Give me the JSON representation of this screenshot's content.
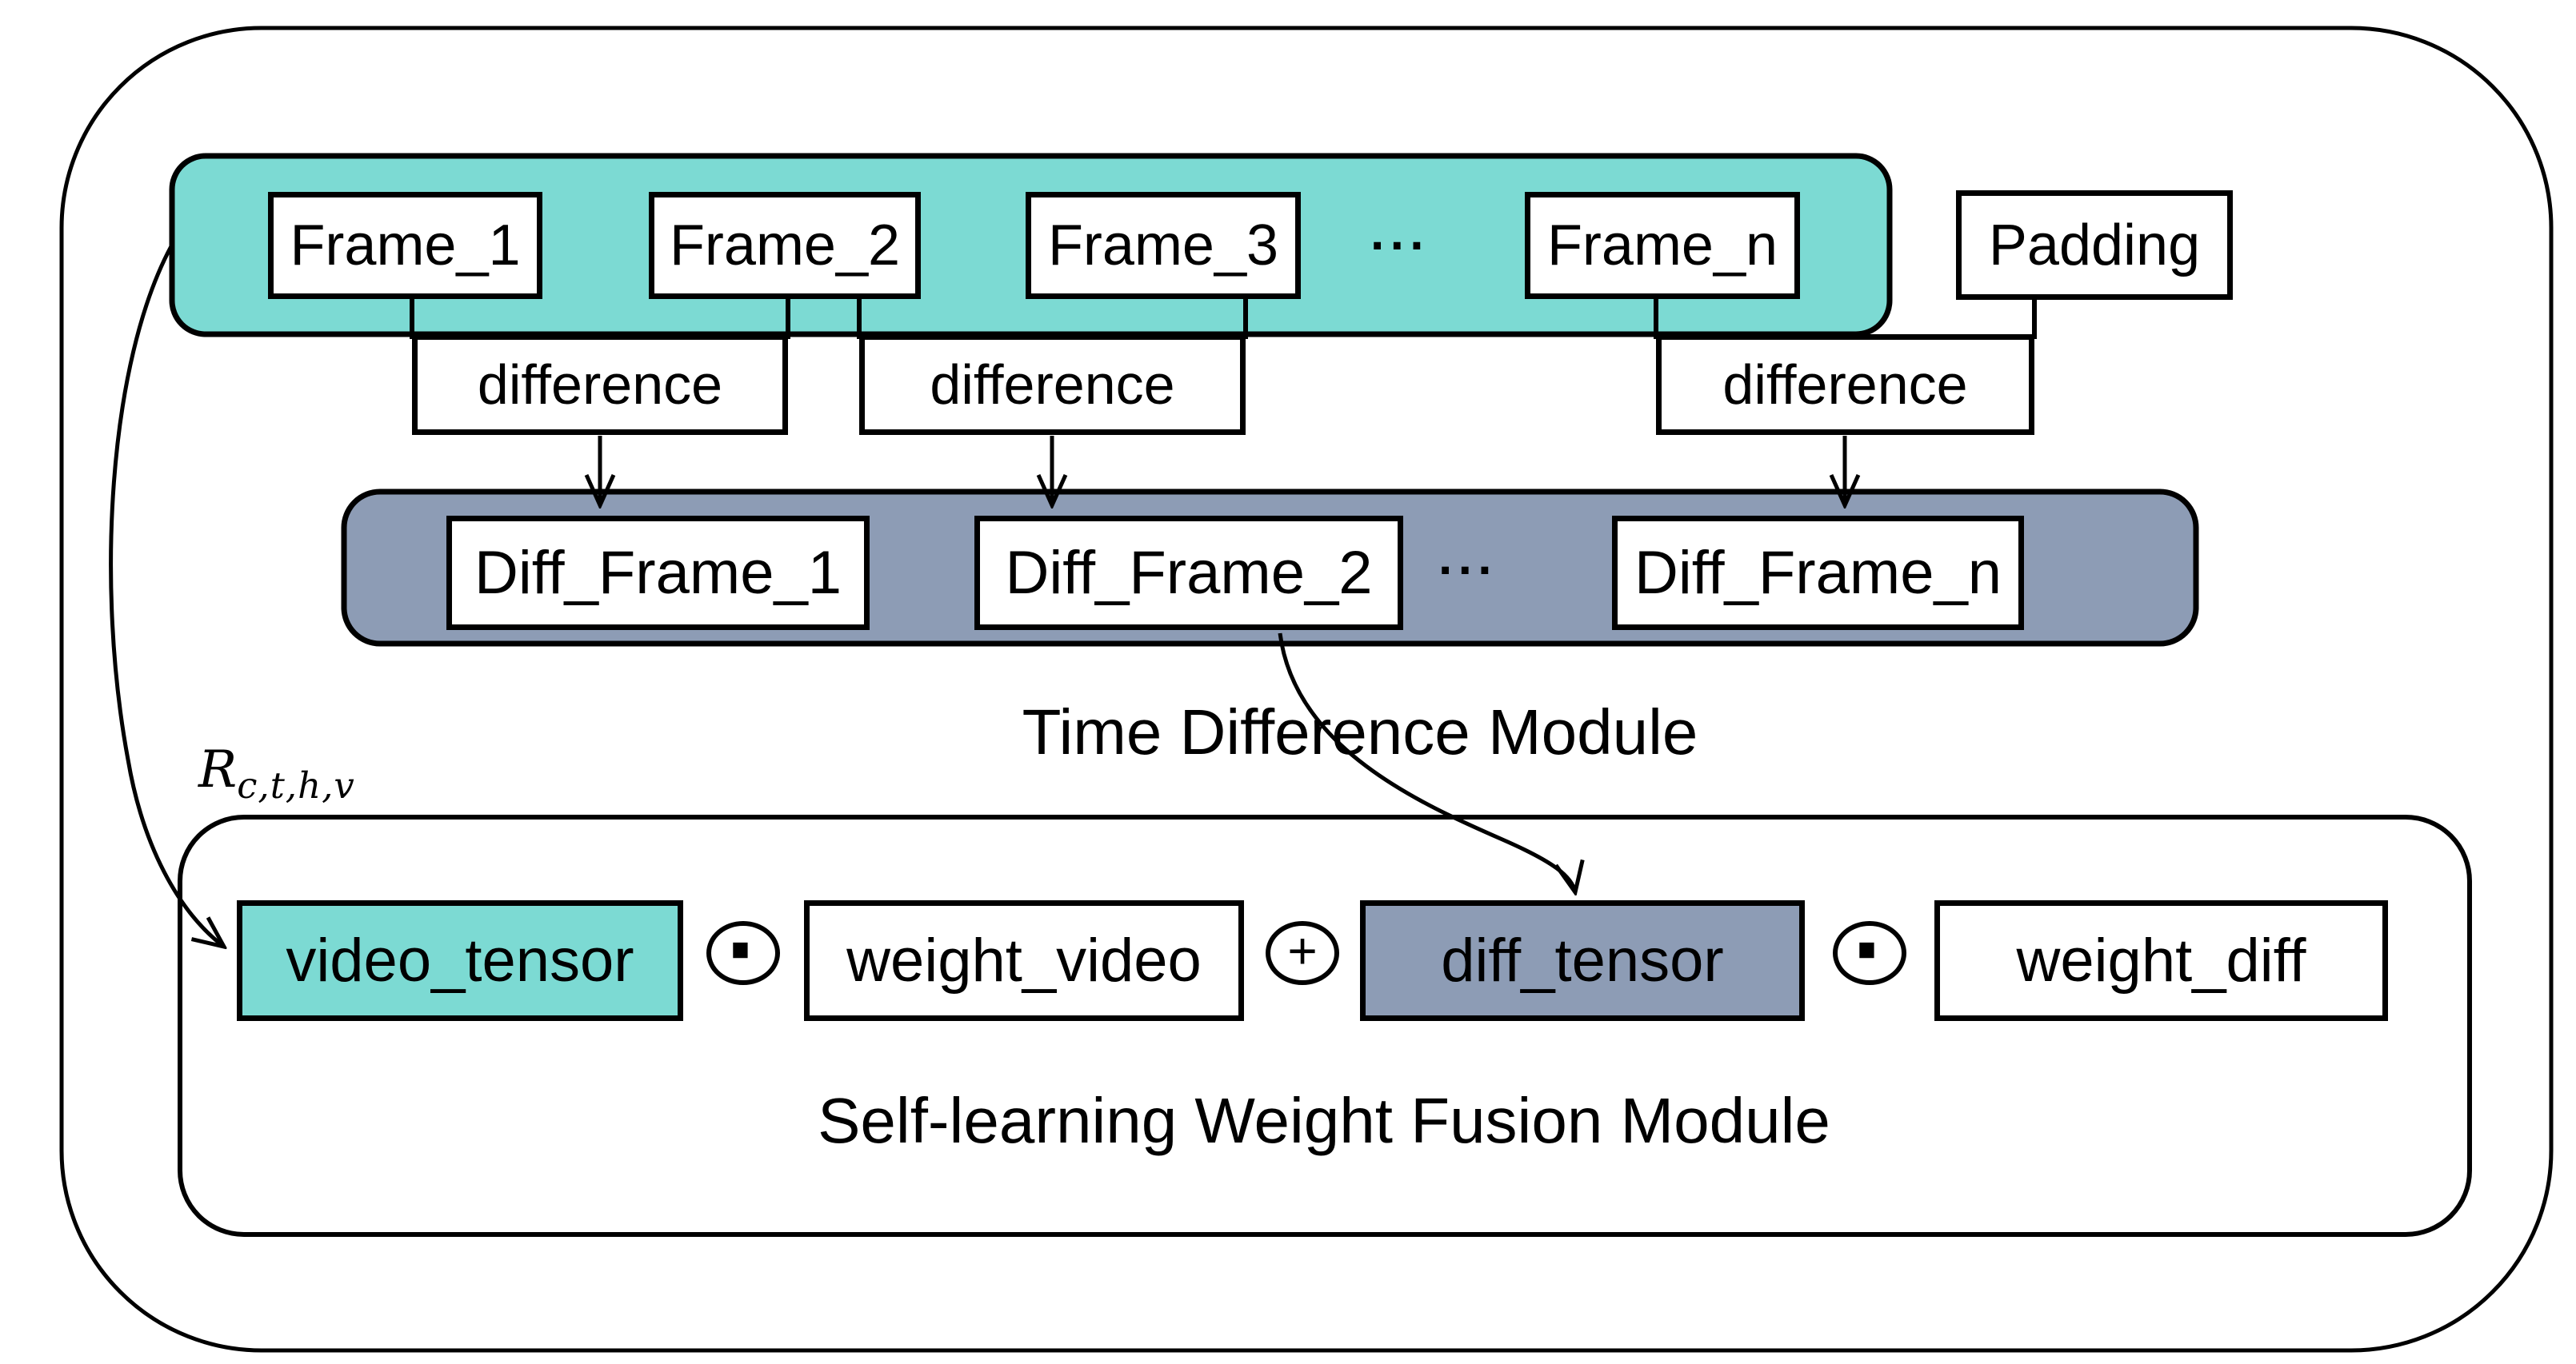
{
  "colors": {
    "teal": "#7CDAD3",
    "gray_blue": "#8D9CB5",
    "line": "#000000",
    "background": "#ffffff"
  },
  "time_difference_module": {
    "frames_row": {
      "frames": [
        {
          "label": "Frame_1"
        },
        {
          "label": "Frame_2"
        },
        {
          "label": "Frame_3"
        },
        {
          "label": "Frame_n"
        }
      ],
      "ellipsis": "···",
      "padding": {
        "label": "Padding"
      }
    },
    "difference_boxes": [
      {
        "label": "difference"
      },
      {
        "label": "difference"
      },
      {
        "label": "difference"
      }
    ],
    "diff_frames_row": {
      "frames": [
        {
          "label": "Diff_Frame_1"
        },
        {
          "label": "Diff_Frame_2"
        },
        {
          "label": "Diff_Frame_n"
        }
      ],
      "ellipsis": "···"
    },
    "title": "Time Difference Module"
  },
  "fusion_module": {
    "tensor_label": {
      "base": "R",
      "subscript": "c,t,h,v"
    },
    "boxes": [
      {
        "label": "video_tensor"
      },
      {
        "label": "weight_video"
      },
      {
        "label": "diff_tensor"
      },
      {
        "label": "weight_diff"
      }
    ],
    "operators": [
      {
        "glyph": "·",
        "meaning": "elementwise-multiply"
      },
      {
        "glyph": "+",
        "meaning": "add"
      },
      {
        "glyph": "·",
        "meaning": "elementwise-multiply"
      }
    ],
    "title": "Self-learning Weight Fusion Module"
  }
}
